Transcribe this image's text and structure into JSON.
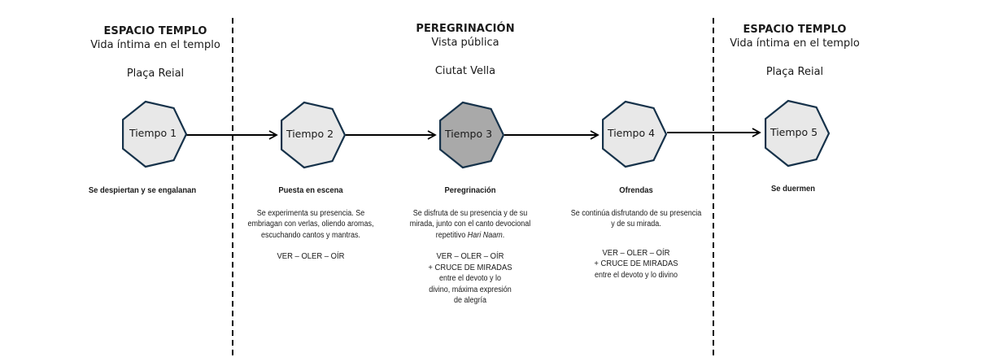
{
  "sections": [
    {
      "title": "ESPACIO TEMPLO",
      "subtitle": "Vida íntima en el templo",
      "place": "Plaça Reial"
    },
    {
      "title": "PEREGRINACIÓN",
      "subtitle": "Vista pública",
      "place": "Ciutat Vella"
    },
    {
      "title": "ESPACIO TEMPLO",
      "subtitle": "Vida íntima en el templo",
      "place": "Plaça Reial"
    }
  ],
  "colors": {
    "node_fill": "#e8e8e8",
    "node_fill_active": "#a9a9a9",
    "node_stroke": "#16324a",
    "arrow": "#000000",
    "divider": "#000000"
  },
  "nodes": [
    {
      "label": "Tiempo 1",
      "active": false,
      "heading": "Se despiertan y se engalanan",
      "body": "",
      "senses": "",
      "extra": "",
      "extra_lines": ""
    },
    {
      "label": "Tiempo 2",
      "active": false,
      "heading": "Puesta en escena",
      "body": "Se experimenta su presencia. Se embriagan con verlas, oliendo aromas, escuchando cantos y mantras.",
      "senses": "VER – OLER – OÍR",
      "extra": "",
      "extra_lines": ""
    },
    {
      "label": "Tiempo 3",
      "active": true,
      "heading": "Peregrinación",
      "body_pre": "Se disfruta de su presencia y de su mirada, junto con el canto devocional repetitivo ",
      "body_em": "Hari Naam",
      "body_post": ".",
      "senses": "VER – OLER – OÍR",
      "extra": "+ CRUCE DE MIRADAS",
      "extra_lines": "entre el devoto y lo divino, máxima expresión de alegría"
    },
    {
      "label": "Tiempo 4",
      "active": false,
      "heading": "Ofrendas",
      "body": "Se continúa disfrutando de su presencia y de su mirada.",
      "senses": "VER – OLER – OÍR",
      "extra": "+ CRUCE DE MIRADAS",
      "extra_lines": "entre el devoto y lo divino"
    },
    {
      "label": "Tiempo 5",
      "active": false,
      "heading": "Se duermen",
      "body": "",
      "senses": "",
      "extra": "",
      "extra_lines": ""
    }
  ]
}
